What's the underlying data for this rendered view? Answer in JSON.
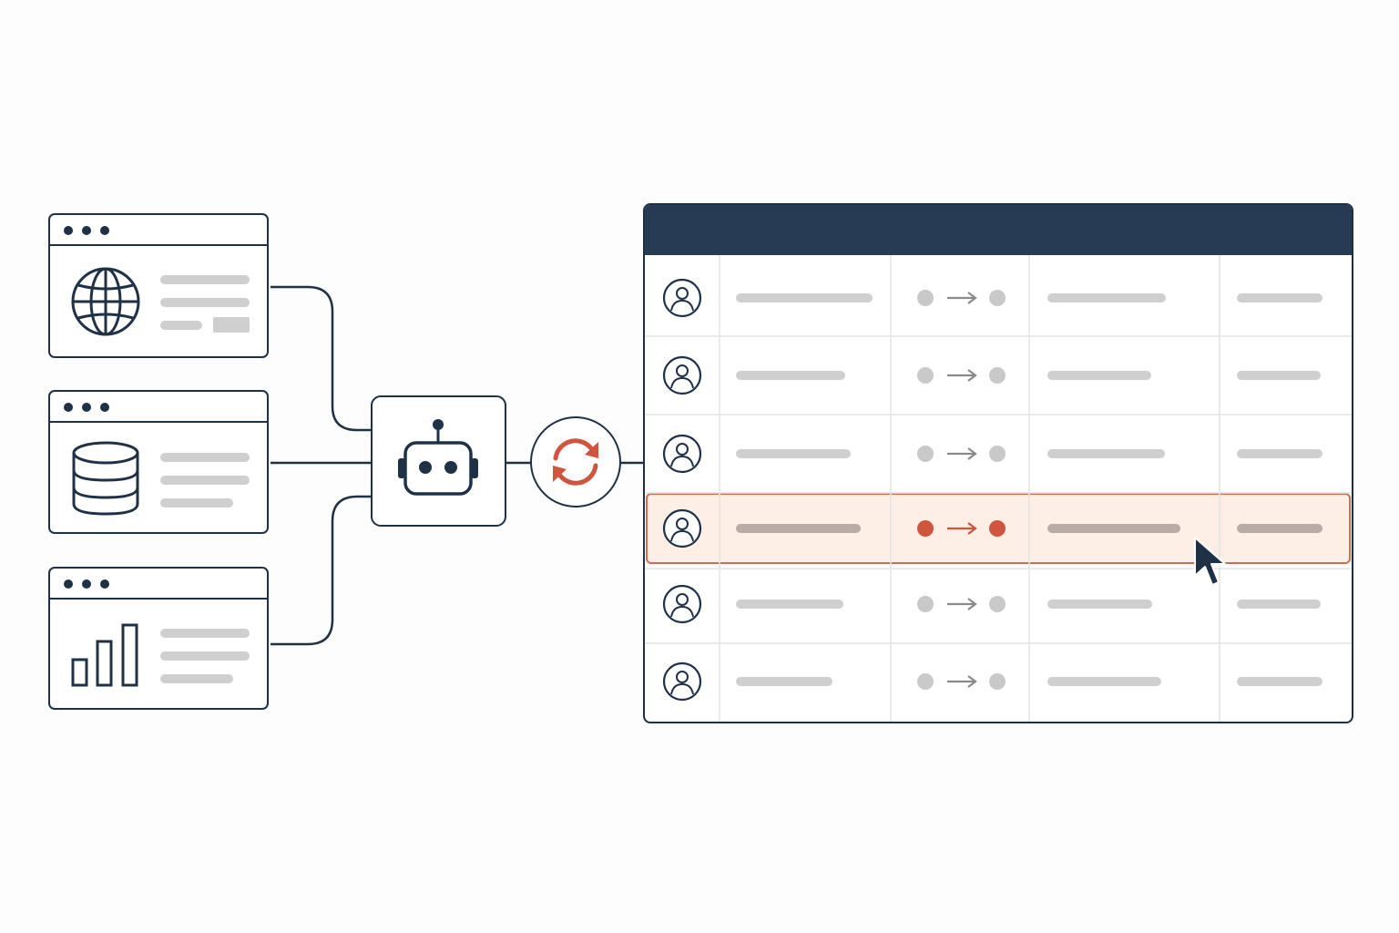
{
  "diagram": {
    "sources": [
      {
        "name": "web-source",
        "icon": "globe-icon",
        "bars": 4
      },
      {
        "name": "database-source",
        "icon": "database-icon",
        "bars": 3
      },
      {
        "name": "analytics-source",
        "icon": "bar-chart-icon",
        "bars": 3
      }
    ],
    "agent": {
      "icon": "robot-icon"
    },
    "sync": {
      "icon": "sync-icon"
    },
    "table": {
      "rows": 6,
      "highlighted_row_index": 3,
      "columns": [
        "avatar",
        "text",
        "mapping",
        "text",
        "text"
      ]
    },
    "cursor": {
      "icon": "mouse-pointer-icon"
    }
  },
  "colors": {
    "ink": "#1f3147",
    "header": "#273b55",
    "accent": "#d0553f",
    "highlight_fill": "#fdeee6",
    "placeholder": "#cfcfcf",
    "muted": "#c9c9c9"
  }
}
